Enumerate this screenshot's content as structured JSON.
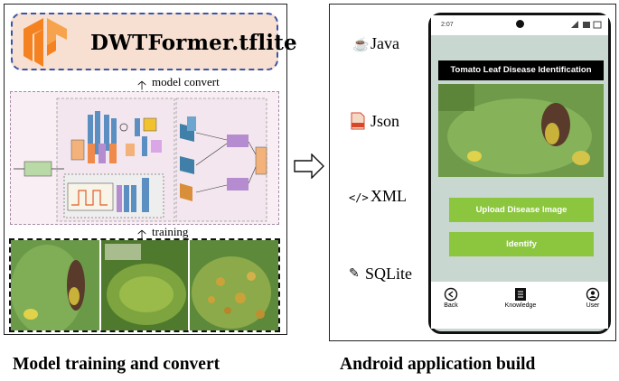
{
  "left": {
    "model_file": "DWTFormer.tflite",
    "convert_label": "model convert",
    "training_label": "training",
    "caption": "Model training and convert"
  },
  "right": {
    "tech_stack": [
      {
        "label": "Java",
        "icon": "java-icon"
      },
      {
        "label": "Json",
        "icon": "json-file-icon"
      },
      {
        "label": "XML",
        "icon": "code-brackets-icon"
      },
      {
        "label": "SQLite",
        "icon": "edit-pencil-icon"
      }
    ],
    "caption": "Android application build"
  },
  "phone": {
    "status_time": "2:07",
    "app_title": "Tomato Leaf Disease Identification",
    "upload_button": "Upload Disease Image",
    "identify_button": "Identify",
    "nav": [
      {
        "label": "Back",
        "icon": "back-icon"
      },
      {
        "label": "Knowledge",
        "icon": "document-icon"
      },
      {
        "label": "User",
        "icon": "user-icon"
      }
    ]
  },
  "colors": {
    "tflite_border": "#3b55a5",
    "tflite_bg": "#f7e0d2",
    "tensorflow_orange": "#f58220",
    "button_green": "#8cc63f",
    "phone_bg": "#c8d7cf"
  }
}
